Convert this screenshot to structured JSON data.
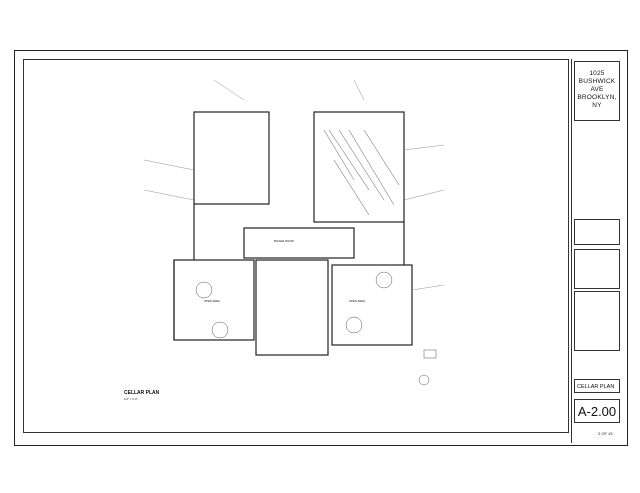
{
  "title_block": {
    "address_line1": "1025",
    "address_line2": "BUSHWICK AVE",
    "address_line3": "BROOKLYN, NY",
    "sheet_number": "A-2.00",
    "sheet_title": "CELLAR PLAN",
    "page": "2 OF 19"
  },
  "plan": {
    "title": "CELLAR PLAN",
    "scale": "1/4\" = 1'-0\"",
    "room_open_area_left": "OPEN AREA",
    "room_open_area_right": "OPEN AREA",
    "room_boiler": "BOILER ROOM"
  }
}
